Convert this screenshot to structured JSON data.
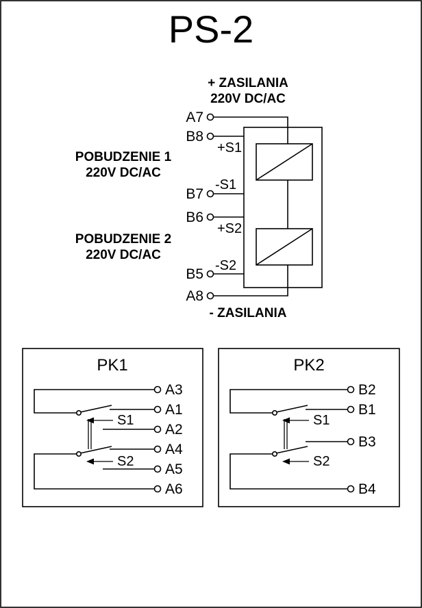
{
  "title": "PS-2",
  "colors": {
    "line": "#000000",
    "background": "#ffffff",
    "text": "#000000"
  },
  "power": {
    "plus_line1": "+ ZASILANIA",
    "plus_line2": "220V DC/AC",
    "minus_label": "- ZASILANIA"
  },
  "inputs": {
    "pobudzenie1": {
      "line1": "POBUDZENIE 1",
      "line2": "220V DC/AC"
    },
    "pobudzenie2": {
      "line1": "POBUDZENIE 2",
      "line2": "220V DC/AC"
    }
  },
  "main_terminals": {
    "a7": "A7",
    "b8": "B8",
    "b7": "B7",
    "b6": "B6",
    "b5": "B5",
    "a8": "A8"
  },
  "coil_terminal_labels": {
    "plus_s1": "+S1",
    "minus_s1": "-S1",
    "plus_s2": "+S2",
    "minus_s2": "-S2"
  },
  "pk1": {
    "title": "PK1",
    "terminals": [
      "A3",
      "A1",
      "A2",
      "A4",
      "A5",
      "A6"
    ],
    "switches": [
      "S1",
      "S2"
    ]
  },
  "pk2": {
    "title": "PK2",
    "terminals": [
      "B2",
      "B1",
      "B3",
      "B4"
    ],
    "switches": [
      "S1",
      "S2"
    ]
  }
}
